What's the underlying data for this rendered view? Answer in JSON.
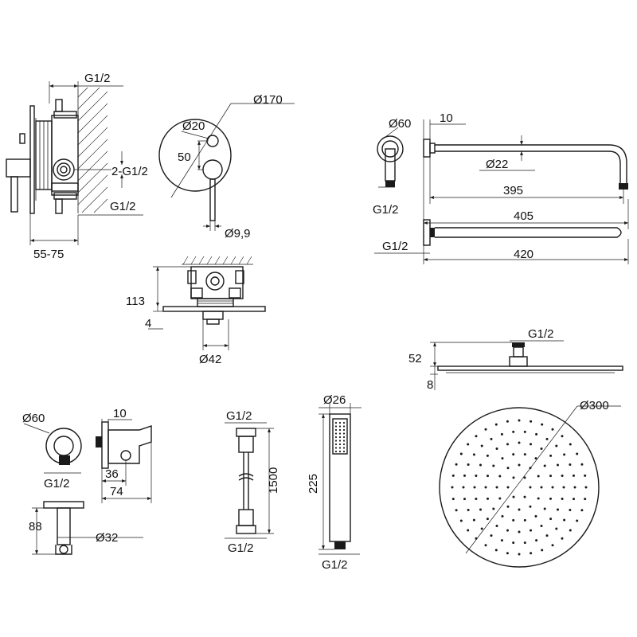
{
  "labels": {
    "valve_top_thread": "G1/2",
    "valve_side_thread": "2-G1/2",
    "valve_bottom_thread": "G1/2",
    "valve_depth": "55-75",
    "plate_dia": "Ø170",
    "knob_dia": "Ø20",
    "knob_offset": "50",
    "lever_dia": "Ø9,9",
    "box_height": "113",
    "plate_thickness": "4",
    "body_dia": "Ø42",
    "arm_flange_dia": "Ø60",
    "arm_flange_thk": "10",
    "arm_tube_dia": "Ø22",
    "arm_length_395": "395",
    "arm_length_405": "405",
    "arm_thread_1": "G1/2",
    "arm_thread_2": "G1/2",
    "arm_length_420": "420",
    "head_thread": "G1/2",
    "head_height": "52",
    "head_thickness": "8",
    "head_dia": "Ø300",
    "outlet_dia": "Ø60",
    "outlet_thread": "G1/2",
    "outlet_thk": "10",
    "outlet_36": "36",
    "outlet_74": "74",
    "outlet_88": "88",
    "outlet_32": "Ø32",
    "hose_top_thread": "G1/2",
    "hose_length": "1500",
    "hose_bottom_thread": "G1/2",
    "hand_dia": "Ø26",
    "hand_length": "225",
    "hand_thread": "G1/2"
  }
}
